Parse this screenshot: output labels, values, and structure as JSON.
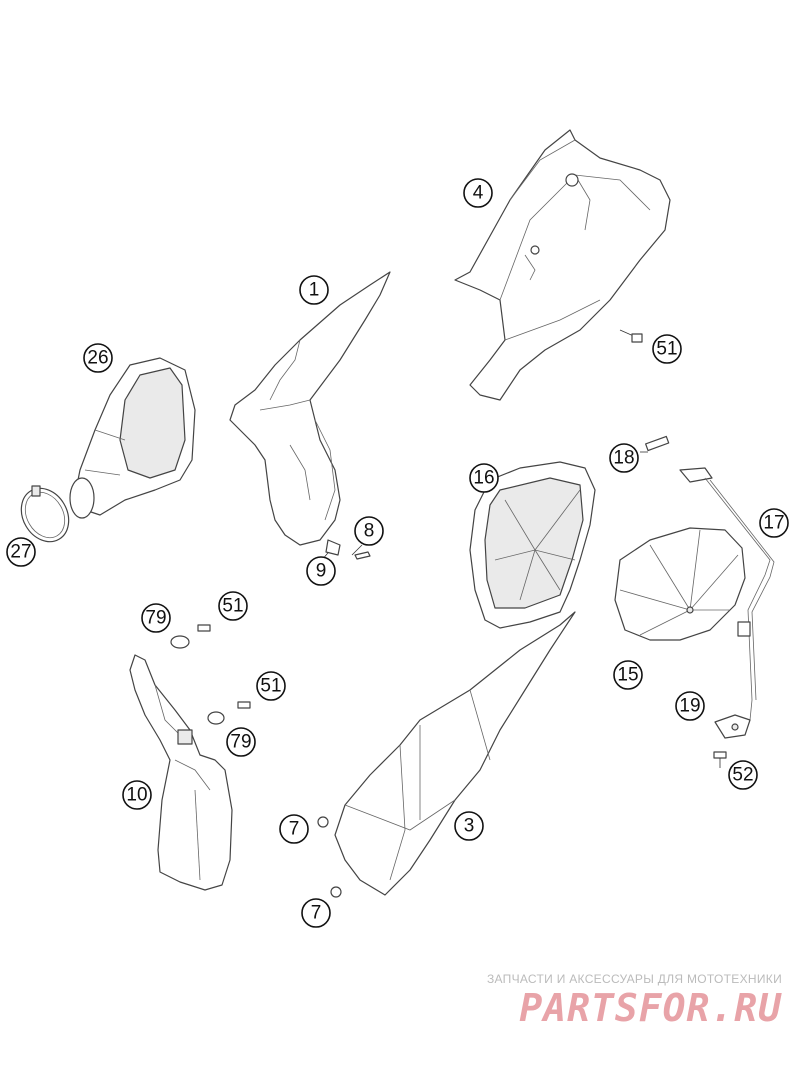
{
  "callouts": {
    "c1": "1",
    "c3": "3",
    "c4": "4",
    "c7a": "7",
    "c7b": "7",
    "c8": "8",
    "c9": "9",
    "c10": "10",
    "c15": "15",
    "c16": "16",
    "c17": "17",
    "c18": "18",
    "c19": "19",
    "c26": "26",
    "c27": "27",
    "c51a": "51",
    "c51b": "51",
    "c51c": "51",
    "c52": "52",
    "c79a": "79",
    "c79b": "79"
  },
  "watermark": {
    "tagline": "ЗАПЧАСТИ И АКСЕССУАРЫ ДЛЯ МОТОТЕХНИКИ",
    "logo_text": "PARTSFOR.RU",
    "logo_color": "#e8a3a8"
  }
}
